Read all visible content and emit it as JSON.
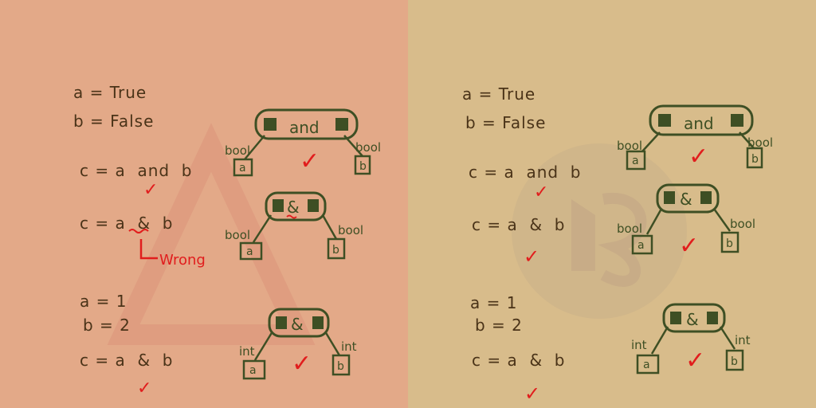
{
  "panels": [
    {
      "id": "left",
      "lines": [
        "a = True",
        "b = False",
        "c = a  and  b",
        "c = a  &  b",
        "a = 1",
        "b = 2",
        "c = a  &  b"
      ],
      "annotation": "Wrong",
      "trees": [
        {
          "op": "and",
          "left_type": "bool",
          "right_type": "bool",
          "left_leaf": "a",
          "right_leaf": "b"
        },
        {
          "op": "&",
          "left_type": "bool",
          "right_type": "bool",
          "left_leaf": "a",
          "right_leaf": "b"
        },
        {
          "op": "&",
          "left_type": "int",
          "right_type": "int",
          "left_leaf": "a",
          "right_leaf": "b"
        }
      ]
    },
    {
      "id": "right",
      "lines": [
        "a = True",
        "b = False",
        "c = a  and  b",
        "c = a  &  b",
        "a = 1",
        "b = 2",
        "c = a  &  b"
      ],
      "trees": [
        {
          "op": "and",
          "left_type": "bool",
          "right_type": "bool",
          "left_leaf": "a",
          "right_leaf": "b"
        },
        {
          "op": "&",
          "left_type": "bool",
          "right_type": "bool",
          "left_leaf": "a",
          "right_leaf": "b"
        },
        {
          "op": "&",
          "left_type": "int",
          "right_type": "int",
          "left_leaf": "a",
          "right_leaf": "b"
        }
      ]
    }
  ],
  "check_mark": "✓",
  "colors": {
    "left_bg": "#e3a988",
    "right_bg": "#d8bc8b",
    "ink": "#4a3318",
    "tree": "#3e4f24",
    "mark": "#e11d1d"
  }
}
